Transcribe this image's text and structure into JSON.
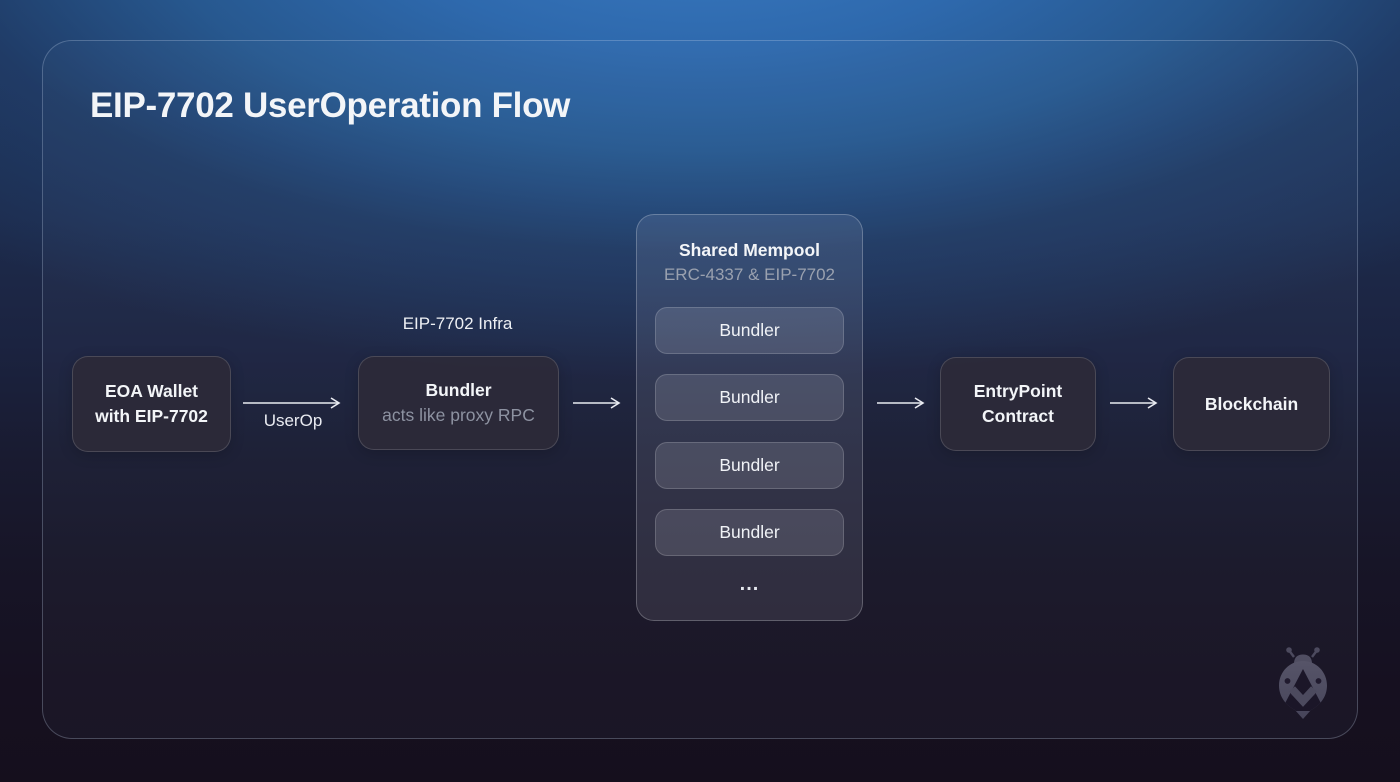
{
  "page": {
    "title": "EIP-7702 UserOperation Flow"
  },
  "nodes": {
    "eoa": {
      "line1": "EOA Wallet",
      "line2": "with EIP-7702"
    },
    "bundler_infra": {
      "label_above": "EIP-7702 Infra",
      "title": "Bundler",
      "subtitle": "acts like proxy RPC"
    },
    "entrypoint": {
      "line1": "EntryPoint",
      "line2": "Contract"
    },
    "blockchain": {
      "label": "Blockchain"
    }
  },
  "arrows": {
    "userop_label": "UserOp"
  },
  "mempool": {
    "title": "Shared Mempool",
    "subtitle": "ERC-4337 & EIP-7702",
    "items": [
      "Bundler",
      "Bundler",
      "Bundler",
      "Bundler"
    ],
    "ellipsis": "..."
  },
  "icons": {
    "logo": "ladybug-chevron-logo"
  },
  "colors": {
    "glow_blue": "#2e6db5",
    "bg_navy": "#1c2b4d",
    "bg_bottom": "#150f1d",
    "node_fill": "#2c2a39",
    "panel_tint": "rgba(222,230,246,0.10)",
    "text_primary": "#f3f5f8",
    "text_muted": "#8d92a1",
    "arrow": "#e9ebf1"
  }
}
